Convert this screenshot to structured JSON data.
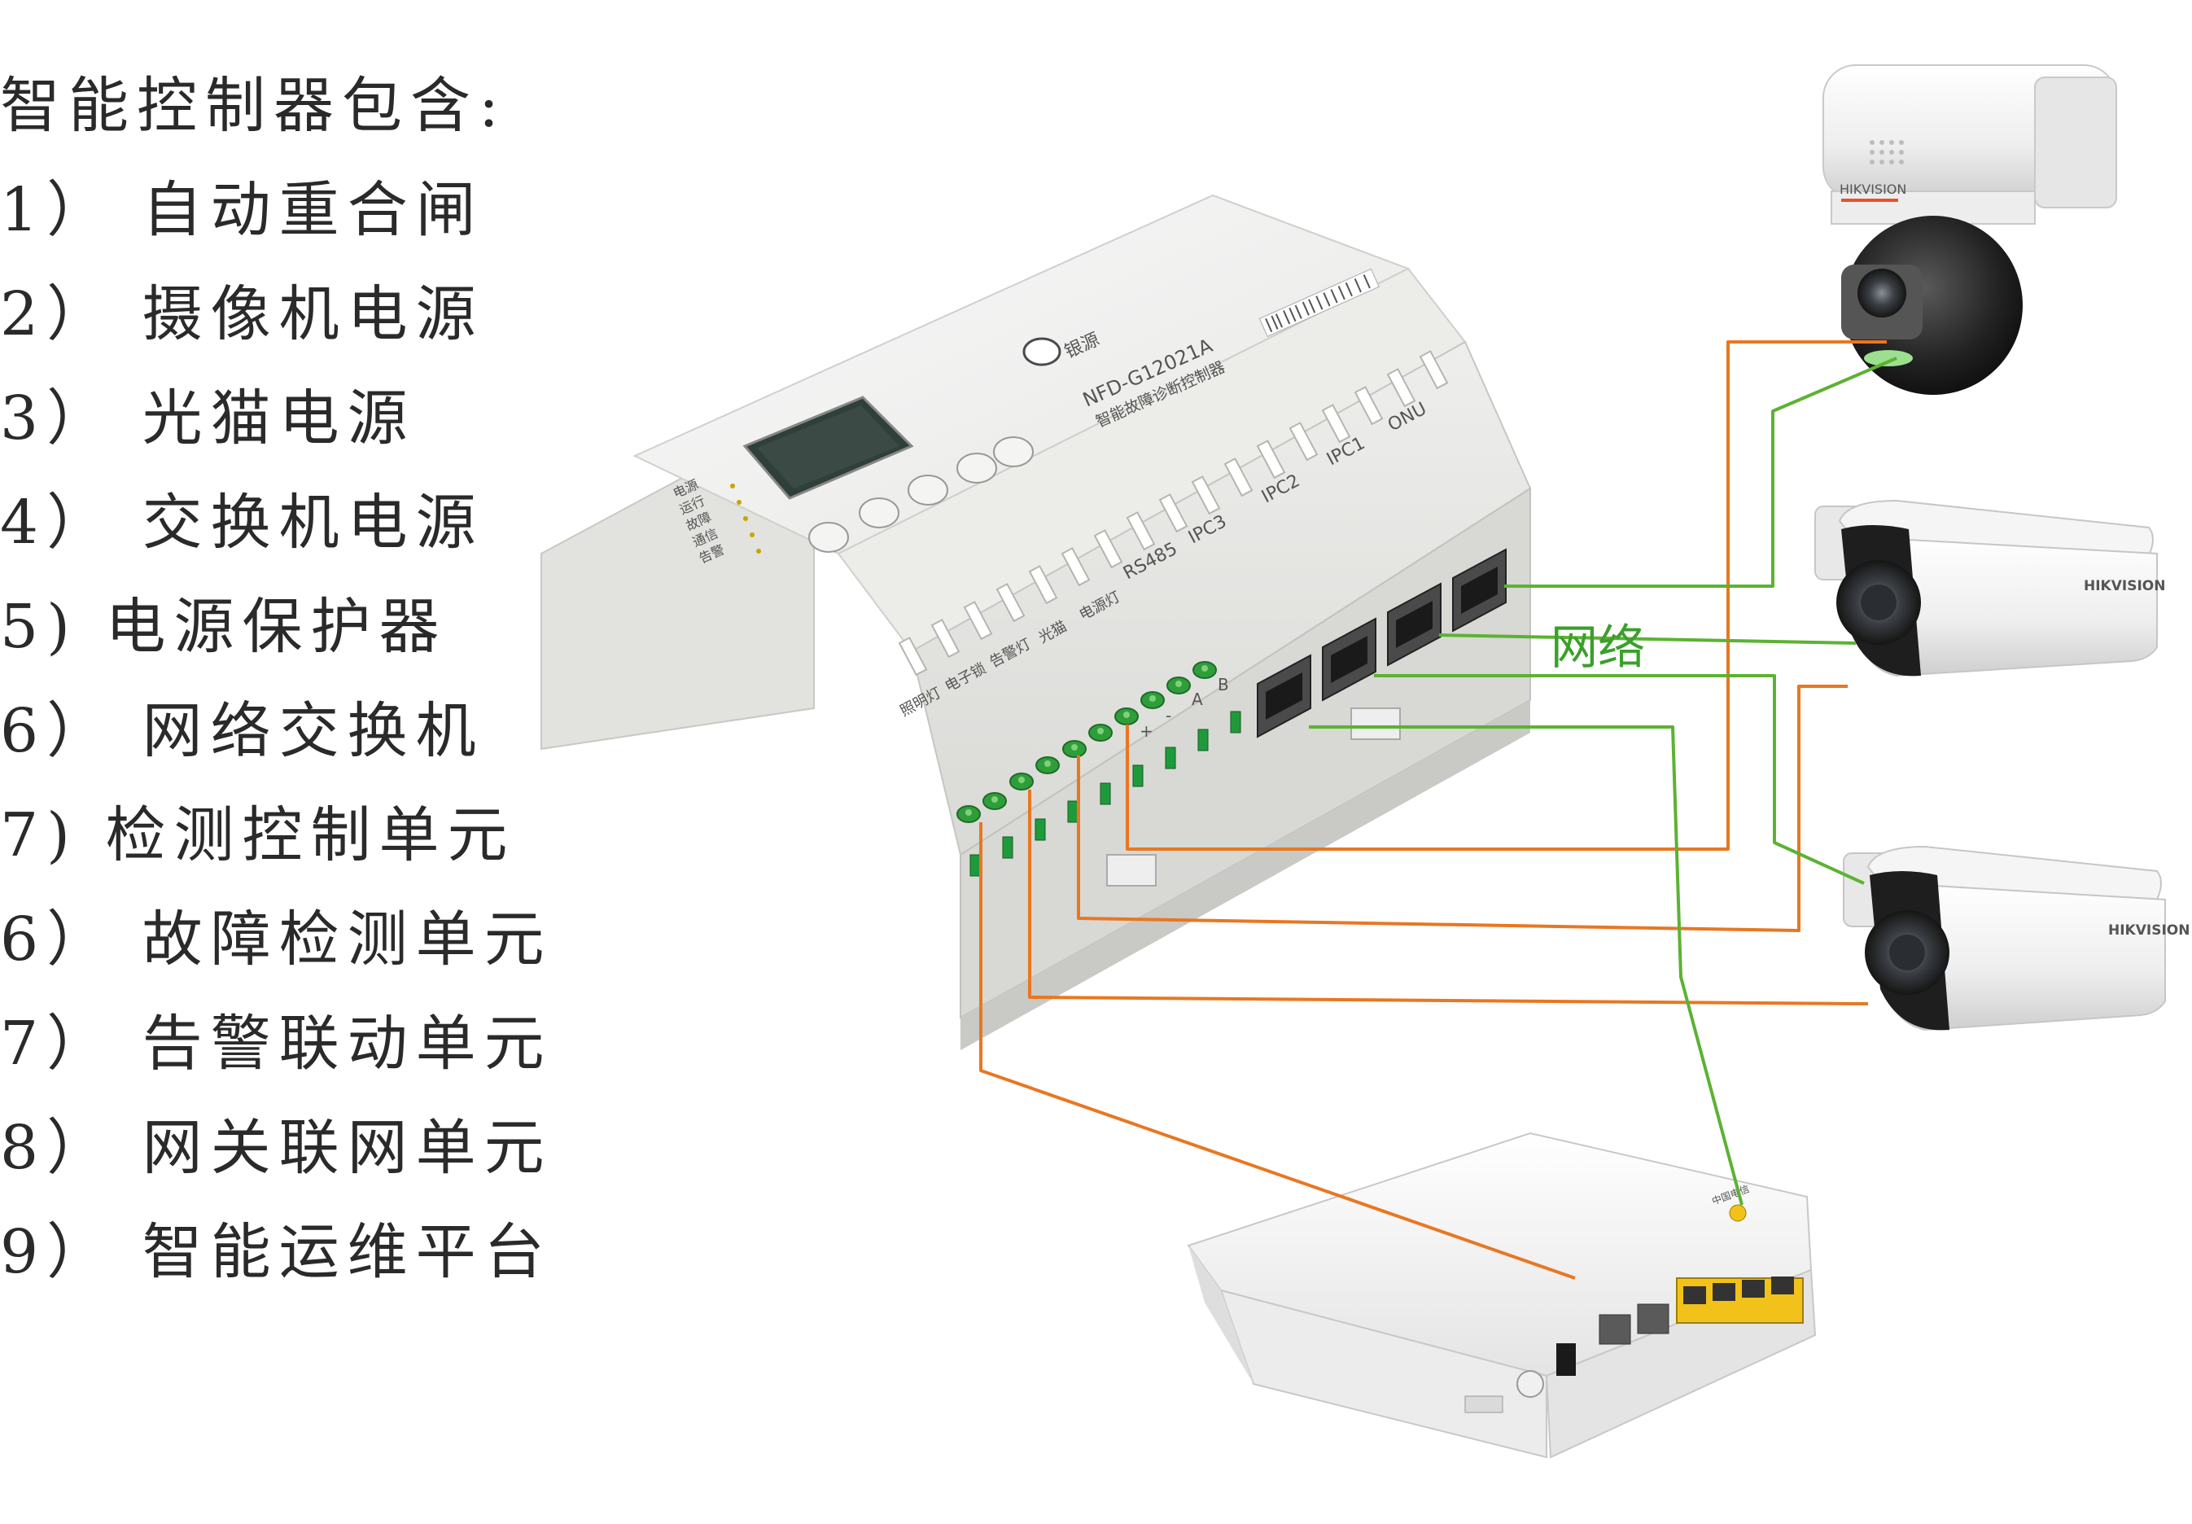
{
  "feature_list": {
    "title": "智能控制器包含:",
    "items": [
      "1） 自动重合闸",
      "2） 摄像机电源",
      "3） 光猫电源",
      "4） 交换机电源",
      "5) 电源保护器",
      "6） 网络交换机",
      "7) 检测控制单元",
      "6） 故障检测单元",
      "7） 告警联动单元",
      "8） 网关联网单元",
      "9） 智能运维平台"
    ]
  },
  "network_label": "网络",
  "controller": {
    "model": "NFD-G12021A",
    "subtitle": "智能故障诊断控制器",
    "brand": "银源",
    "port_labels": [
      "RS485",
      "IPC3",
      "IPC2",
      "IPC1",
      "ONU"
    ],
    "terminal_labels": [
      "照明灯",
      "电子锁",
      "告警灯",
      "光猫",
      "电源灯"
    ],
    "rs485_pins": [
      "+",
      "-",
      "A",
      "B"
    ],
    "led_labels": [
      "电源",
      "运行",
      "故障",
      "通信",
      "告警"
    ]
  },
  "cameras": [
    {
      "type": "ptz-dome",
      "brand": "HIKVISION"
    },
    {
      "type": "bullet",
      "brand": "HIKVISION"
    },
    {
      "type": "bullet",
      "brand": "HIKVISION"
    }
  ],
  "colors": {
    "power_wire": "#e87722",
    "network_wire": "#5cb233",
    "network_label": "#3aa02a",
    "terminal_green": "#2f9e3a",
    "port_yellow": "#f2c21b"
  }
}
